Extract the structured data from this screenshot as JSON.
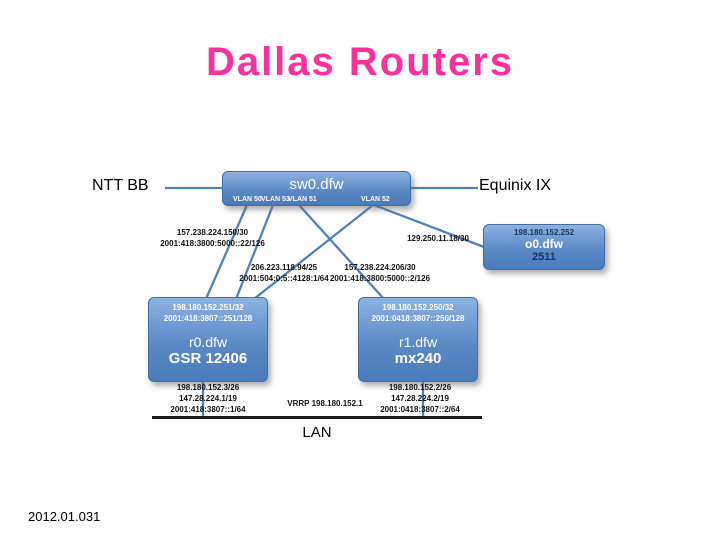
{
  "slide": {
    "title": "Dallas Routers",
    "footer": "2012.01.031",
    "lan_label": "LAN"
  },
  "labels": {
    "ntt": "NTT BB",
    "equinix": "Equinix IX",
    "vrrp": "VRRP 198.180.152.1"
  },
  "switch": {
    "name": "sw0.dfw",
    "vlans": [
      "VLAN 50",
      "VLAN 53",
      "VLAN 51",
      "VLAN 52"
    ]
  },
  "console": {
    "ip": "198.180.152.252",
    "name": "o0.dfw",
    "model": "2511"
  },
  "routers": {
    "r0": {
      "ip": "198.180.152.251/32",
      "ipv6": "2001:418:3807::251/128",
      "name": "r0.dfw",
      "model": "GSR 12406",
      "lan1": "198.180.152.3/26",
      "lan2": "147.28.224.1/19",
      "lan3": "2001:418:3807::1/64"
    },
    "r1": {
      "ip": "198.180.152.250/32",
      "ipv6": "2001:0418:3807::250/128",
      "name": "r1.dfw",
      "model": "mx240",
      "lan1": "198.180.152.2/26",
      "lan2": "147.28.224.2/19",
      "lan3": "2001:0418:3807::2/64"
    }
  },
  "link_labels": {
    "a": {
      "l1": "157.238.224.150/30",
      "l2": "2001:418:3800:5000::22/126"
    },
    "b": {
      "l1": "129.250.11.18/30"
    },
    "c": {
      "l1": "206.223.118.94/25",
      "l2": "2001:504:0:5::4128:1/64"
    },
    "d": {
      "l1": "157.238.224.206/30",
      "l2": "2001:418:3800:5000::2/126"
    }
  },
  "colors": {
    "title_pink": "#ff2f9e",
    "node_blue": "#4f81bd"
  }
}
